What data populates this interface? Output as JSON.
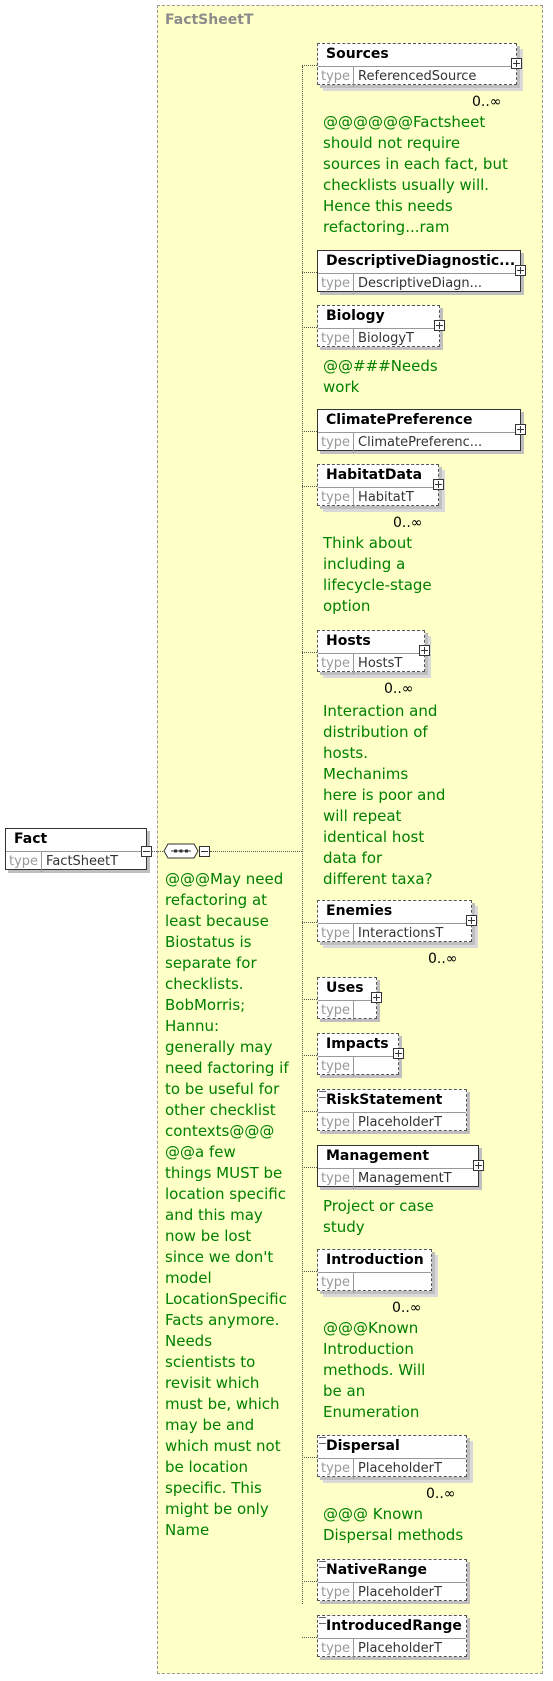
{
  "root": {
    "name": "Fact",
    "type_label": "type",
    "type": "FactSheetT"
  },
  "group_title": "FactSheetT",
  "sequence_doc": "@@@May need\nrefactoring at\nleast because\nBiostatus is\nseparate for\nchecklists.\nBobMorris;\nHannu:\ngenerally may\nneed factoring if\nto be useful for\nother checklist\ncontexts@@@\n@@a few\nthings MUST be\nlocation specific\nand this may\nnow be lost\nsince we don't\nmodel\nLocationSpecific\nFacts anymore.\nNeeds\nscientists to\nrevisit which\nmust be, which\nmay be and\nwhich must not\nbe location\nspecific. This\nmight be only\nName",
  "elements": [
    {
      "name": "Sources",
      "type_label": "type",
      "type": "ReferencedSource",
      "cardinality": "0..∞",
      "doc": "@@@@@@Factsheet\nshould not require\nsources in each fact, but\nchecklists usually will.\nHence this needs\nrefactoring...ram"
    },
    {
      "name": "DescriptiveDiagnostic...",
      "type_label": "type",
      "type": "DescriptiveDiagn..."
    },
    {
      "name": "Biology",
      "type_label": "type",
      "type": "BiologyT",
      "doc": "@@###Needs\nwork"
    },
    {
      "name": "ClimatePreference",
      "type_label": "type",
      "type": "ClimatePreferenc..."
    },
    {
      "name": "HabitatData",
      "type_label": "type",
      "type": "HabitatT",
      "cardinality": "0..∞",
      "doc": "Think about\nincluding a\nlifecycle-stage\noption"
    },
    {
      "name": "Hosts",
      "type_label": "type",
      "type": "HostsT",
      "cardinality": "0..∞",
      "doc": "Interaction and\ndistribution of\nhosts.\nMechanims\nhere is poor and\nwill repeat\nidentical host\ndata for\ndifferent taxa?"
    },
    {
      "name": "Enemies",
      "type_label": "type",
      "type": "InteractionsT",
      "cardinality": "0..∞"
    },
    {
      "name": "Uses",
      "type_label": "type",
      "type": ""
    },
    {
      "name": "Impacts",
      "type_label": "type",
      "type": ""
    },
    {
      "name": "RiskStatement",
      "type_label": "type",
      "type": "PlaceholderT"
    },
    {
      "name": "Management",
      "type_label": "type",
      "type": "ManagementT",
      "doc": "Project or case\nstudy"
    },
    {
      "name": "Introduction",
      "type_label": "type",
      "type": "",
      "cardinality": "0..∞",
      "doc": "@@@Known\nIntroduction\nmethods. Will\nbe an\nEnumeration"
    },
    {
      "name": "Dispersal",
      "type_label": "type",
      "type": "PlaceholderT",
      "cardinality": "0..∞",
      "doc": "@@@ Known\nDispersal methods"
    },
    {
      "name": "NativeRange",
      "type_label": "type",
      "type": "PlaceholderT"
    },
    {
      "name": "IntroducedRange",
      "type_label": "type",
      "type": "PlaceholderT"
    }
  ]
}
